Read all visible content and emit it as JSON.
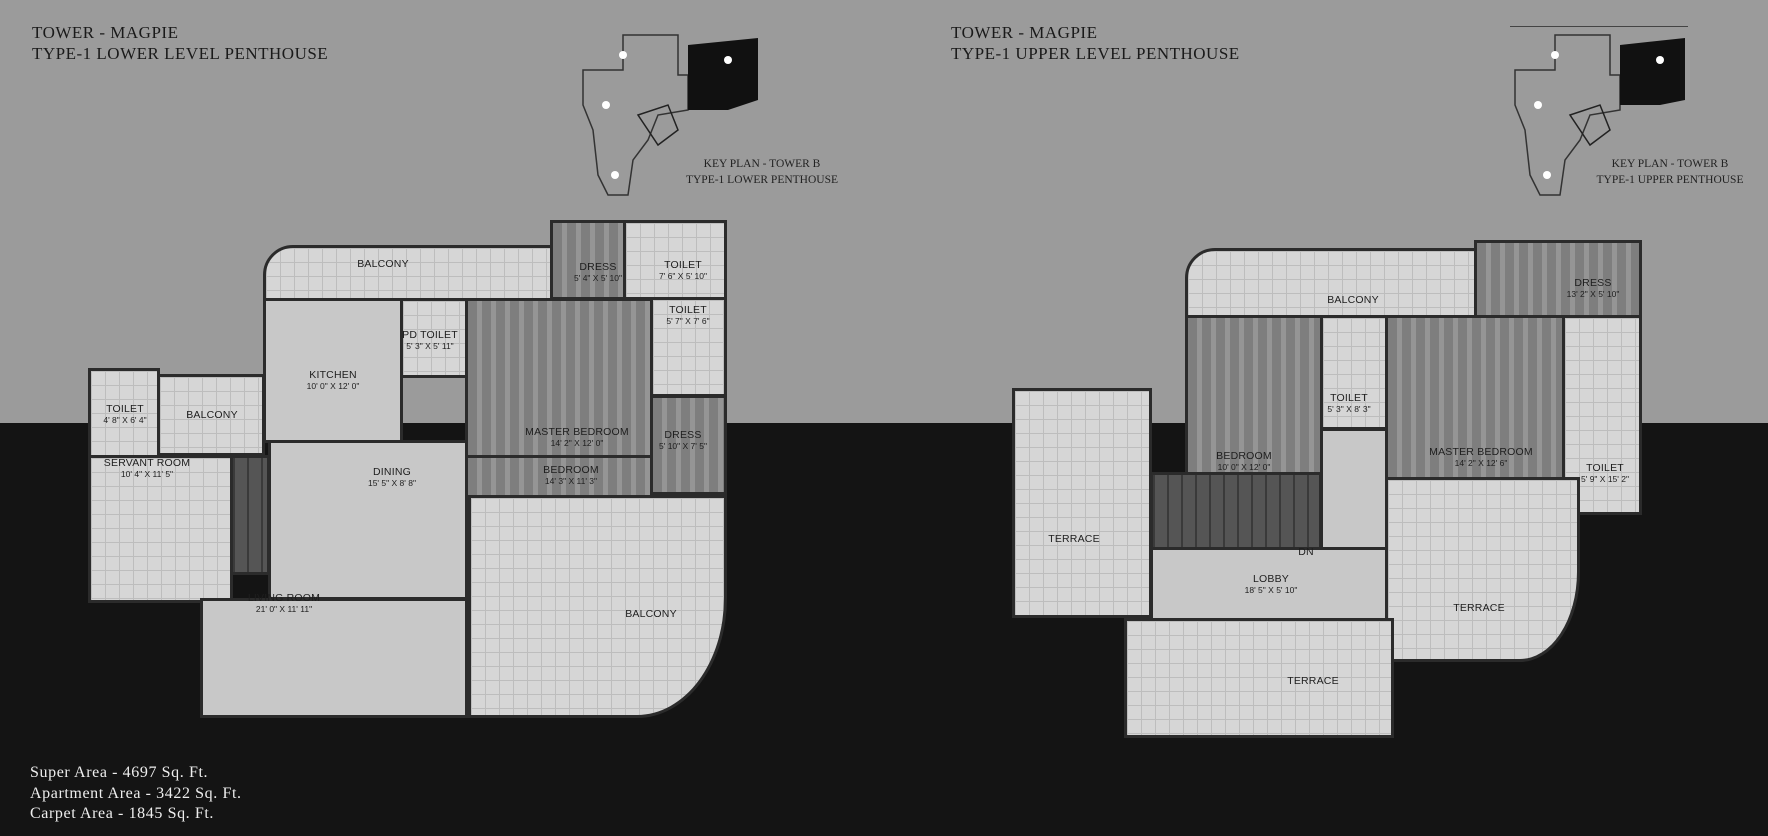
{
  "lower": {
    "tower": "TOWER - MAGPIE",
    "title": "TYPE-1 LOWER LEVEL PENTHOUSE",
    "keyplan": [
      "KEY PLAN  - TOWER B",
      "TYPE-1 LOWER PENTHOUSE"
    ],
    "rooms": [
      {
        "name": "BALCONY",
        "dims": ""
      },
      {
        "name": "DRESS",
        "dims": "5' 4\" X 5' 10\""
      },
      {
        "name": "TOILET",
        "dims": "7' 6\" X 5' 10\""
      },
      {
        "name": "TOILET",
        "dims": "5' 7\" X 7' 6\""
      },
      {
        "name": "PD TOILET",
        "dims": "5' 3\" X 5' 11\""
      },
      {
        "name": "KITCHEN",
        "dims": "10' 0\" X 12' 0\""
      },
      {
        "name": "MASTER BEDROOM",
        "dims": "14' 2\" X 12' 0\""
      },
      {
        "name": "DRESS",
        "dims": "5' 10\" X 7' 5\""
      },
      {
        "name": "TOILET",
        "dims": "4' 8\" X 6' 4\""
      },
      {
        "name": "BALCONY",
        "dims": ""
      },
      {
        "name": "SERVANT ROOM",
        "dims": "10' 4\" X 11' 5\""
      },
      {
        "name": "DINING",
        "dims": "15' 5\" X 8' 8\""
      },
      {
        "name": "BEDROOM",
        "dims": "14' 3\" X 11' 3\""
      },
      {
        "name": "LIVING ROOM",
        "dims": "21' 0\" X 11' 11\""
      },
      {
        "name": "BALCONY",
        "dims": ""
      }
    ]
  },
  "upper": {
    "tower": "TOWER - MAGPIE",
    "title": "TYPE-1 UPPER LEVEL PENTHOUSE",
    "keyplan": [
      "KEY PLAN  - TOWER B",
      "TYPE-1 UPPER PENTHOUSE"
    ],
    "rooms": [
      {
        "name": "BALCONY",
        "dims": ""
      },
      {
        "name": "DRESS",
        "dims": "13' 2\" X 5' 10\""
      },
      {
        "name": "TOILET",
        "dims": "5' 3\" X 8' 3\""
      },
      {
        "name": "BEDROOM",
        "dims": "10' 0\" X 12' 0\""
      },
      {
        "name": "MASTER BEDROOM",
        "dims": "14' 2\" X 12' 6\""
      },
      {
        "name": "TOILET",
        "dims": "5' 9\" X 15' 2\""
      },
      {
        "name": "TERRACE",
        "dims": ""
      },
      {
        "name": "DN",
        "dims": ""
      },
      {
        "name": "LOBBY",
        "dims": "18' 5\" X 5' 10\""
      },
      {
        "name": "TERRACE",
        "dims": ""
      },
      {
        "name": "TERRACE",
        "dims": ""
      }
    ]
  },
  "areas": {
    "super": "Super Area - 4697 Sq. Ft.",
    "apartment": "Apartment Area - 3422 Sq. Ft.",
    "carpet": "Carpet Area - 1845 Sq. Ft."
  },
  "colors": {
    "top_background": "#9b9b9b",
    "bottom_background": "#141414"
  }
}
